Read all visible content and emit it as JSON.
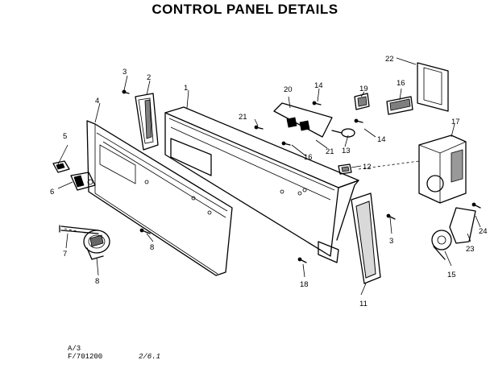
{
  "title": "CONTROL PANEL DETAILS",
  "callouts": [
    "1",
    "2",
    "3",
    "3",
    "4",
    "5",
    "6",
    "7",
    "8",
    "8",
    "11",
    "12",
    "13",
    "14",
    "14",
    "15",
    "16",
    "16",
    "17",
    "18",
    "19",
    "20",
    "21",
    "21",
    "22",
    "23",
    "24"
  ],
  "footer": {
    "code_line1": "A/3",
    "code_line2": "F/701200",
    "handwritten": "2/6.1"
  }
}
